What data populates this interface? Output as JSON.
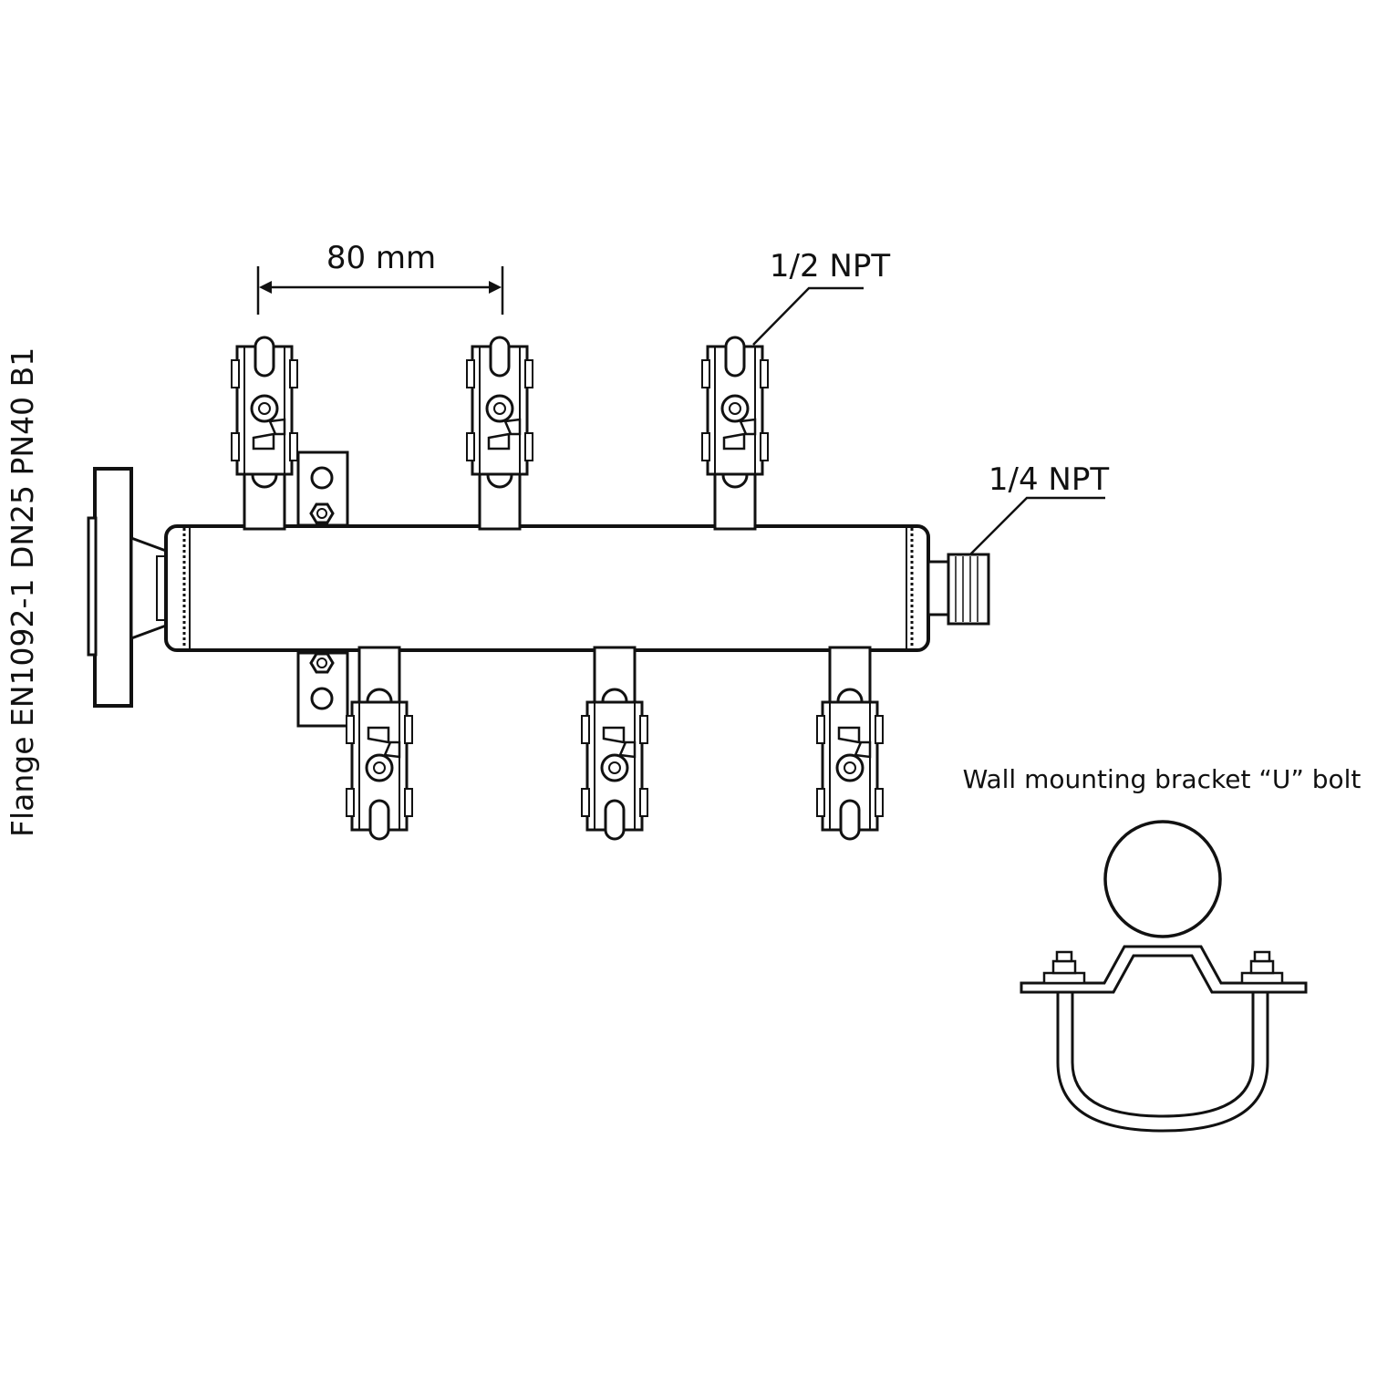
{
  "labels": {
    "spacing": "80 mm",
    "outlet_thread": "1/2 NPT",
    "end_thread": "1/4 NPT",
    "flange": "Flange EN1092-1 DN25 PN40 B1",
    "bracket": "Wall mounting bracket “U” bolt"
  },
  "colors": {
    "line": "#111111",
    "fill": "#ffffff"
  },
  "valves": {
    "top_count": 3,
    "bottom_count": 3
  }
}
